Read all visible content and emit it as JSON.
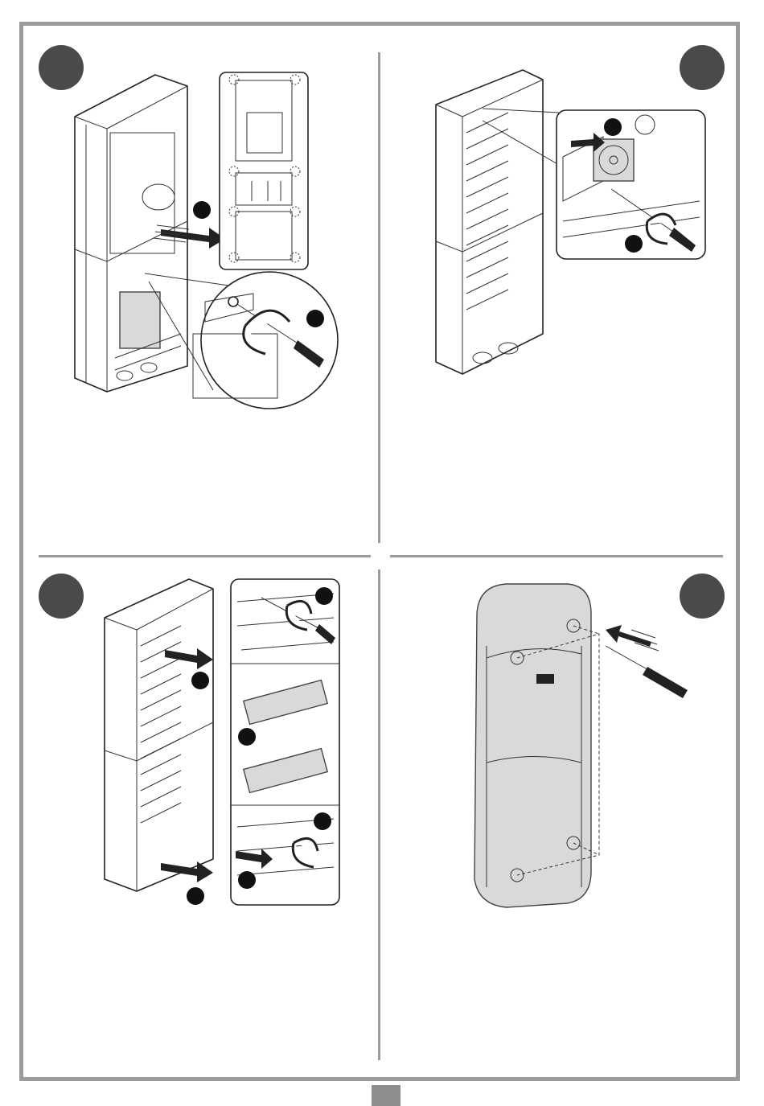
{
  "document": {
    "steps": [
      {
        "id": "step-1",
        "illustration": "remove-control-board-and-unscrew-bracket",
        "icons": [
          "arrow-out-icon",
          "screwdriver-icon",
          "rotate-icon"
        ]
      },
      {
        "id": "step-2",
        "illustration": "unscrew-and-remove-fan",
        "icons": [
          "arrow-in-icon",
          "screwdriver-icon",
          "rotate-icon"
        ]
      },
      {
        "id": "step-3",
        "illustration": "replace-terminal-blocks",
        "icons": [
          "arrow-out-icon",
          "screwdriver-icon",
          "rotate-icon"
        ]
      },
      {
        "id": "step-4",
        "illustration": "screw-cover-onto-enclosure",
        "icons": [
          "arrow-in-icon",
          "screwdriver-icon"
        ]
      }
    ],
    "colors": {
      "frame": "#9b9b9b",
      "step_circle": "#4a4a4a",
      "badge": "#111111",
      "cover": "#d9d9d9"
    }
  }
}
